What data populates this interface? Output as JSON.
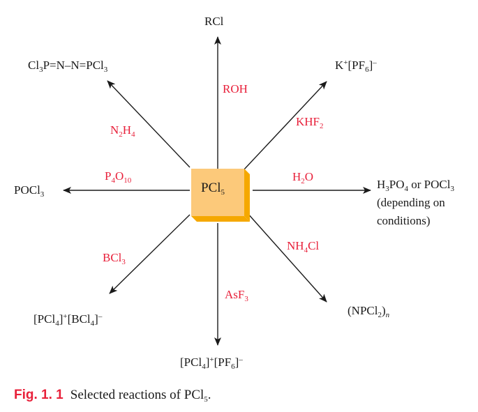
{
  "center": {
    "formula": "PCl5",
    "color": "#fcc97a",
    "shade": "#f5a800"
  },
  "colors": {
    "reagent": "#e8203a",
    "text": "#1a1a1a",
    "caption_number": "#e8203a"
  },
  "reactions": [
    {
      "direction": "up",
      "reagent": "ROH",
      "product": "RCl"
    },
    {
      "direction": "up-right",
      "reagent": "KHF2",
      "product": "K+[PF6]–"
    },
    {
      "direction": "right",
      "reagent": "H2O",
      "product_line1": "H3PO4 or POCl3",
      "product_line2": "(depending on",
      "product_line3": "conditions)"
    },
    {
      "direction": "down-right",
      "reagent": "NH4Cl",
      "product": "(NPCl2)n"
    },
    {
      "direction": "down",
      "reagent": "AsF3",
      "product": "[PCl4]+[PF6]–"
    },
    {
      "direction": "down-left",
      "reagent": "BCl3",
      "product": "[PCl4]+[BCl4]–"
    },
    {
      "direction": "left",
      "reagent": "P4O10",
      "product": "POCl3"
    },
    {
      "direction": "up-left",
      "reagent": "N2H4",
      "product": "Cl3P=N–N=PCl3"
    }
  ],
  "caption": {
    "number": "Fig. 1. 1",
    "text": "Selected reactions of PCl5."
  }
}
